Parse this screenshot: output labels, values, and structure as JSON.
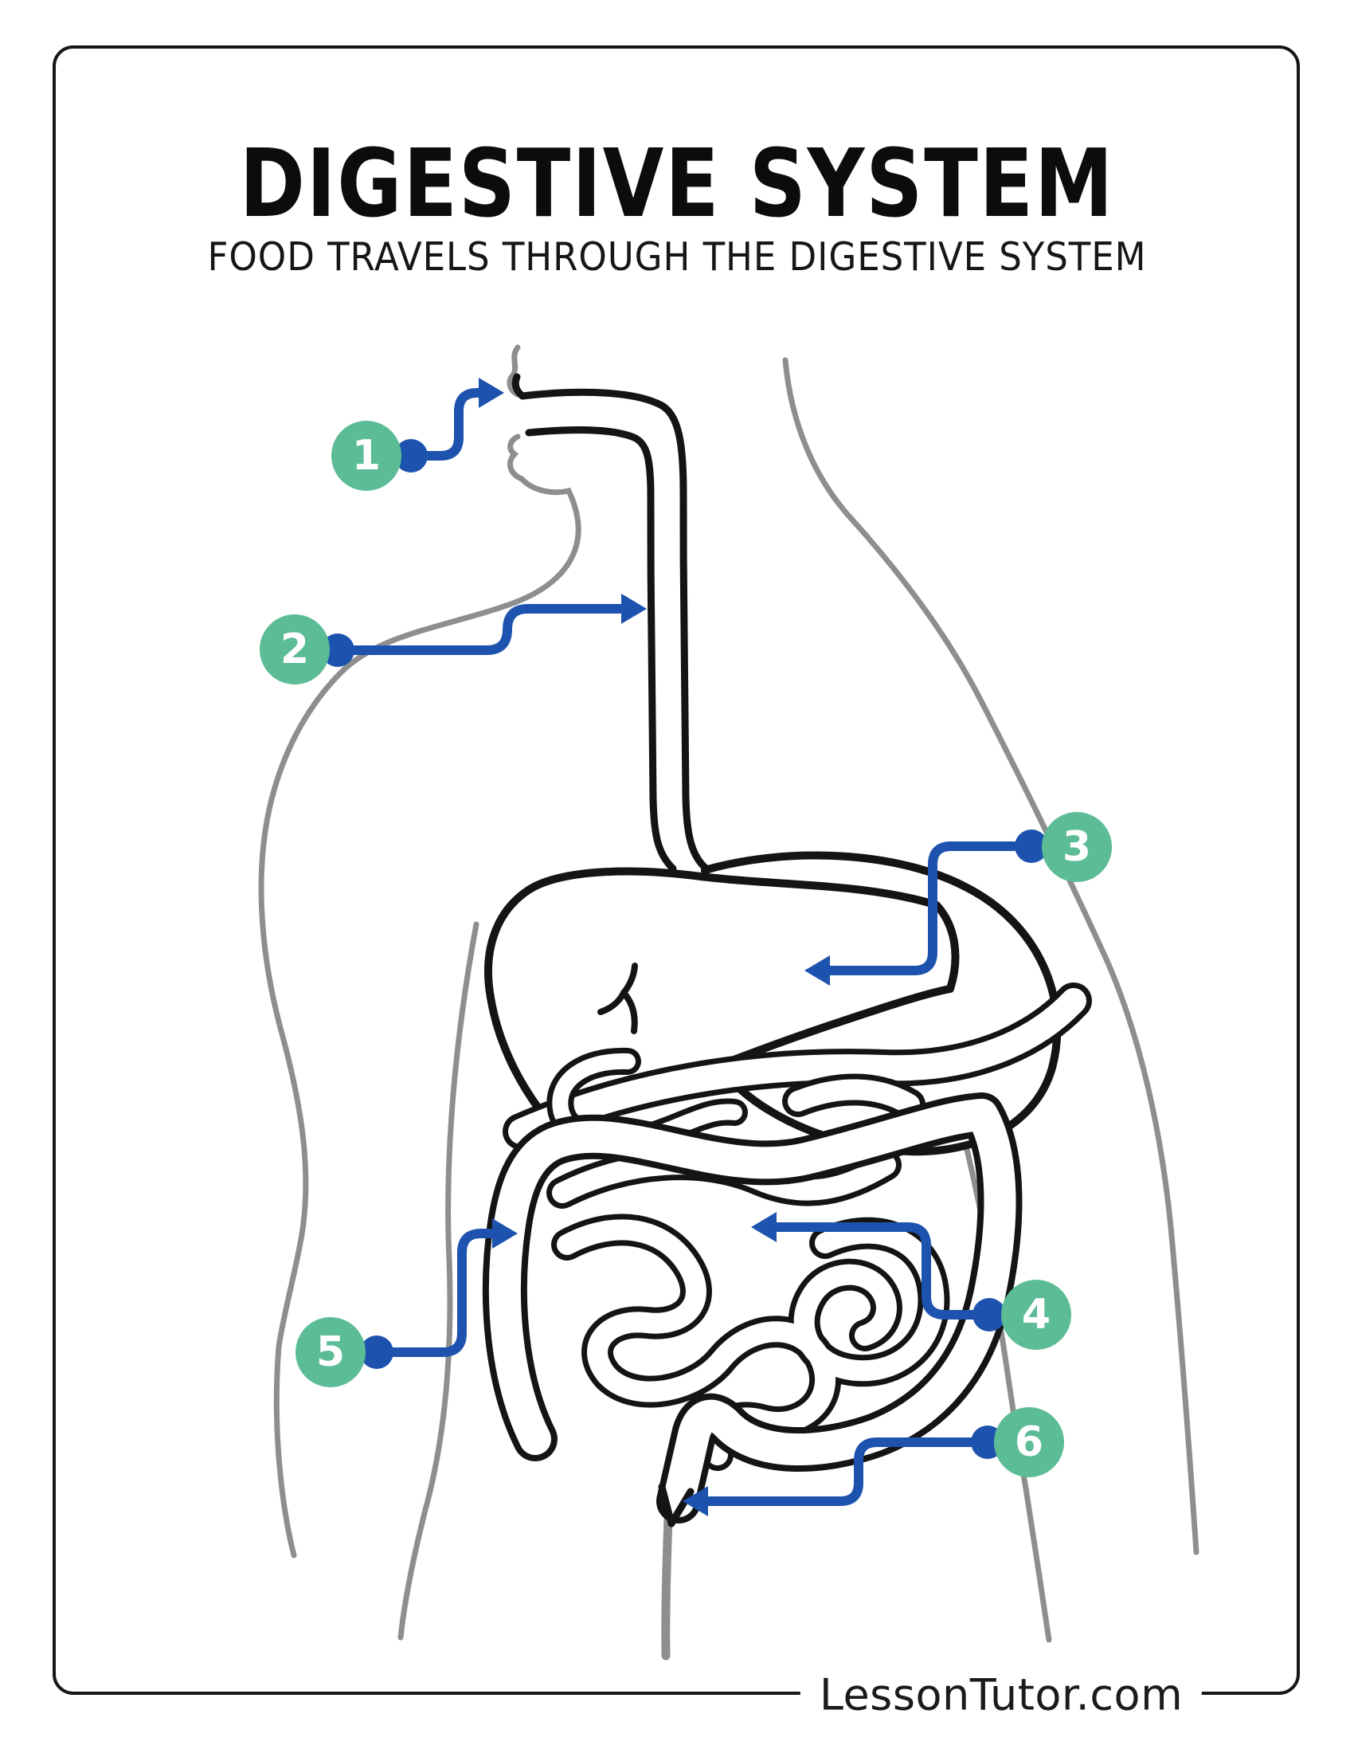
{
  "header": {
    "title": "DIGESTIVE SYSTEM",
    "subtitle": "FOOD TRAVELS THROUGH THE DIGESTIVE SYSTEM"
  },
  "markers": [
    {
      "number": "1"
    },
    {
      "number": "2"
    },
    {
      "number": "3"
    },
    {
      "number": "4"
    },
    {
      "number": "5"
    },
    {
      "number": "6"
    }
  ],
  "footer": {
    "brand": "LessonTutor.com"
  },
  "colors": {
    "marker_green": "#5cbc96",
    "arrow_blue": "#1d52ae",
    "outline_gray": "#8e8e8e",
    "ink_black": "#141414",
    "frame_black": "#161616"
  }
}
